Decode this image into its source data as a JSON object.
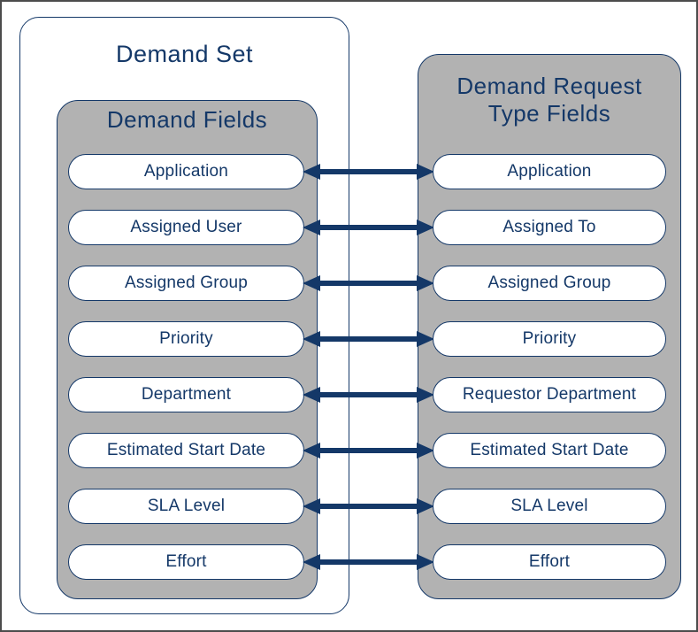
{
  "diagram": {
    "demand_set_title": "Demand Set",
    "left_box_title": "Demand Fields",
    "right_box_title_line1": "Demand Request",
    "right_box_title_line2": "Type Fields",
    "mappings": [
      {
        "left": "Application",
        "right": "Application"
      },
      {
        "left": "Assigned User",
        "right": "Assigned To"
      },
      {
        "left": "Assigned Group",
        "right": "Assigned Group"
      },
      {
        "left": "Priority",
        "right": "Priority"
      },
      {
        "left": "Department",
        "right": "Requestor Department"
      },
      {
        "left": "Estimated Start Date",
        "right": "Estimated Start Date"
      },
      {
        "left": "SLA Level",
        "right": "SLA Level"
      },
      {
        "left": "Effort",
        "right": "Effort"
      }
    ],
    "colors": {
      "navy": "#143868",
      "gray": "#b2b2b2",
      "frame": "#4c4c4c"
    }
  }
}
